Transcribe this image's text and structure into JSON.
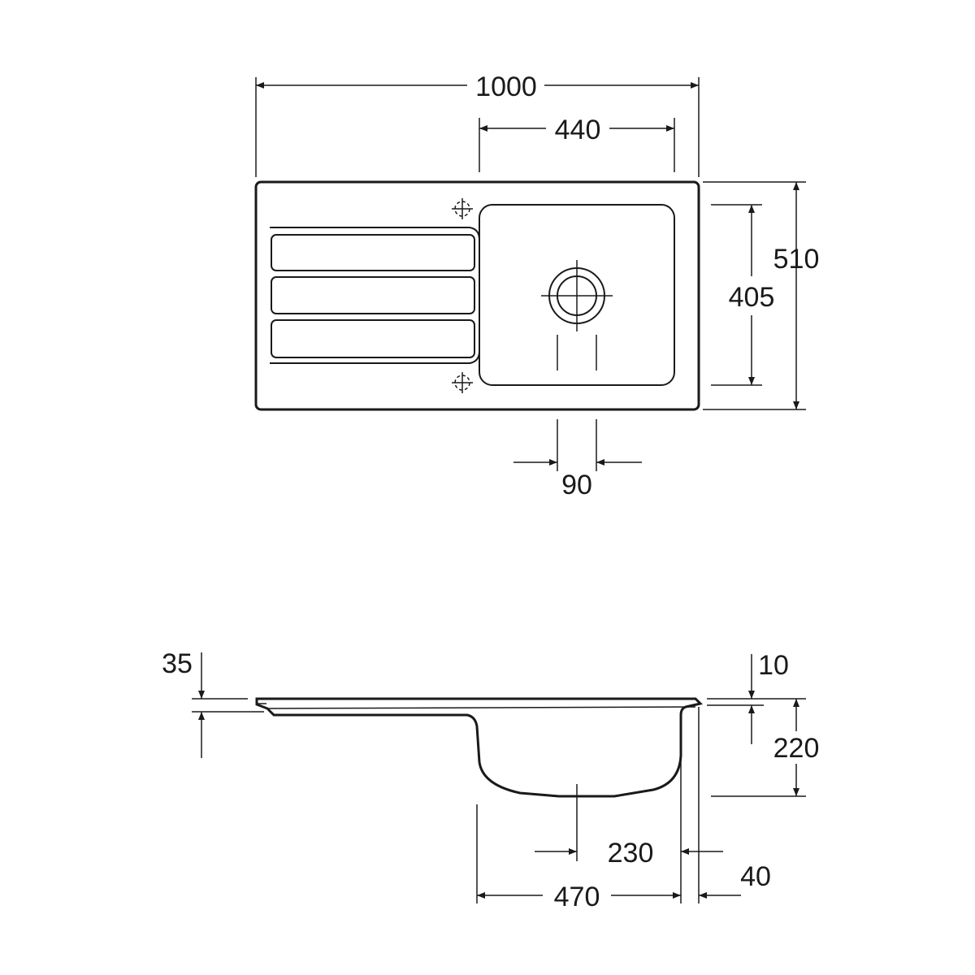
{
  "top_view": {
    "overall_width": "1000",
    "bowl_width": "440",
    "overall_depth": "510",
    "bowl_depth": "405",
    "drain_spacing": "90"
  },
  "side_view": {
    "drainboard_depth": "35",
    "rim_thickness": "10",
    "bowl_height": "220",
    "drain_offset": "230",
    "bowl_length": "470",
    "rim_overhang": "40"
  },
  "colors": {
    "line": "#1a1a1a",
    "background": "#ffffff"
  }
}
